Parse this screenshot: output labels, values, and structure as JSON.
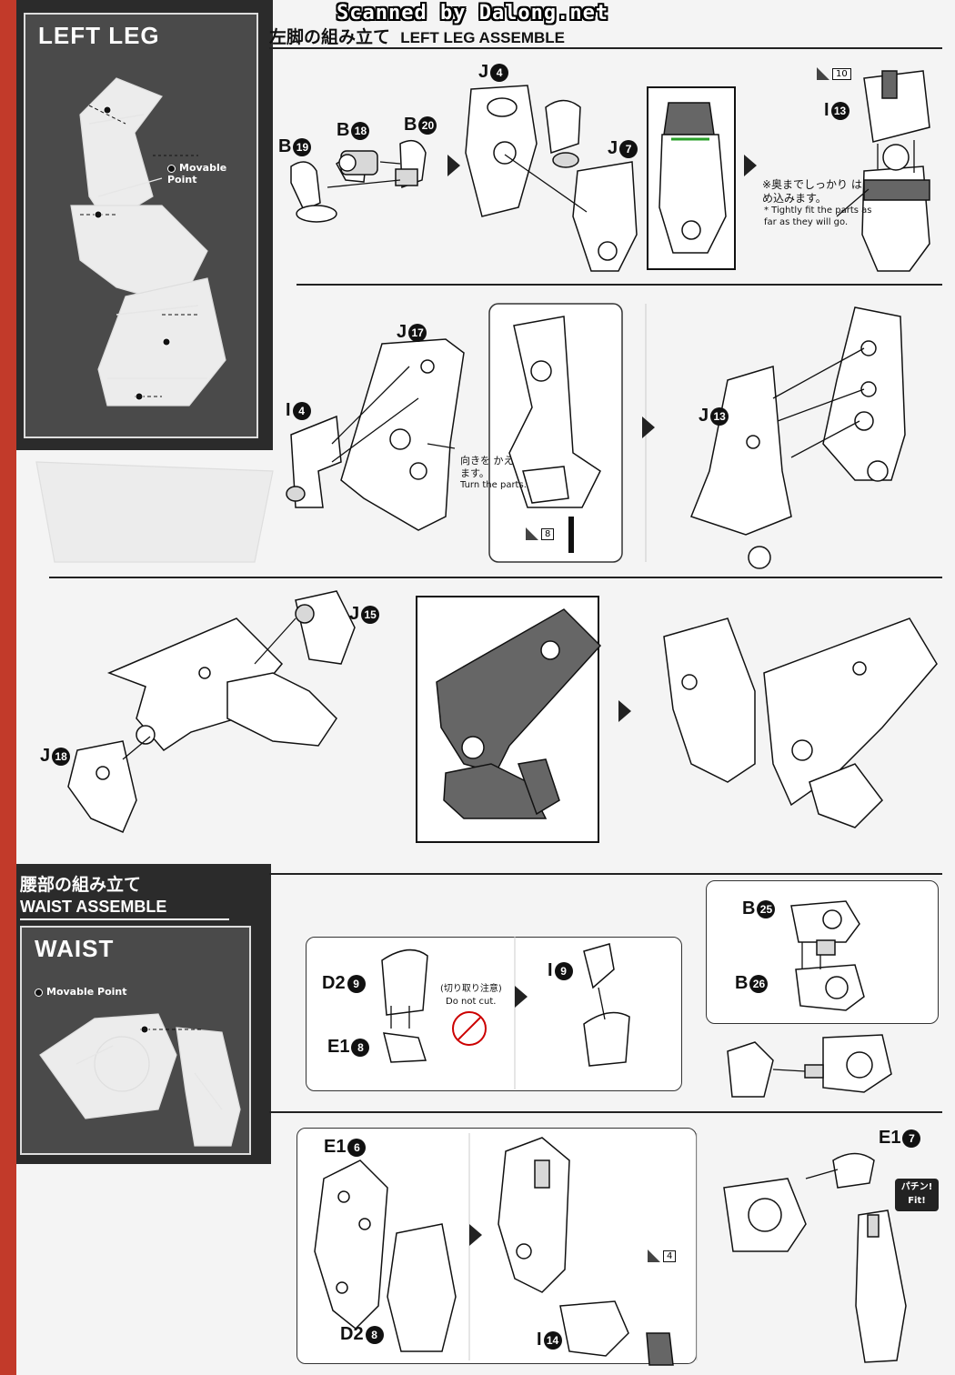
{
  "watermark": "Scanned by Dalong.net",
  "left_leg": {
    "side_title": "LEFT LEG",
    "movable_point": "Movable Point",
    "heading_jp": "左脚の組み立て",
    "heading_en": "LEFT LEG ASSEMBLE",
    "step1": {
      "labels": {
        "b19": "B",
        "b19n": "19",
        "b18": "B",
        "b18n": "18",
        "b20": "B",
        "b20n": "20",
        "j4": "J",
        "j4n": "4",
        "j7": "J",
        "j7n": "7",
        "i13": "I",
        "i13n": "13"
      },
      "tool_ref": "10",
      "note_jp": "※奥までしっかり はめ込みます。",
      "note_en": "* Tightly fit the parts as far as they will go."
    },
    "step2": {
      "labels": {
        "i4": "I",
        "i4n": "4",
        "j17": "J",
        "j17n": "17",
        "j13": "J",
        "j13n": "13"
      },
      "turn_jp": "向きを かえます。",
      "turn_en": "Turn the parts.",
      "tool_ref": "8"
    },
    "step3": {
      "labels": {
        "j15": "J",
        "j15n": "15",
        "j18": "J",
        "j18n": "18"
      }
    }
  },
  "waist": {
    "side_title": "WAIST",
    "movable_point": "Movable Point",
    "heading_jp": "腰部の組み立て",
    "heading_en": "WAIST ASSEMBLE",
    "step1": {
      "labels": {
        "d29": "D2",
        "d29n": "9",
        "e18": "E1",
        "e18n": "8",
        "i9": "I",
        "i9n": "9",
        "b25": "B",
        "b25n": "25",
        "b26": "B",
        "b26n": "26"
      },
      "do_not_cut_jp": "(切り取り注意)",
      "do_not_cut_en": "Do not cut."
    },
    "step2": {
      "labels": {
        "e16": "E1",
        "e16n": "6",
        "d28": "D2",
        "d28n": "8",
        "i14": "I",
        "i14n": "14",
        "e17": "E1",
        "e17n": "7"
      },
      "tool_ref": "4",
      "fit_jp": "パチン!",
      "fit_en": "Fit!"
    }
  },
  "colors": {
    "stripe": "#c23a2a",
    "panel": "#2b2b2b",
    "sidebox": "#4a4a4a"
  }
}
